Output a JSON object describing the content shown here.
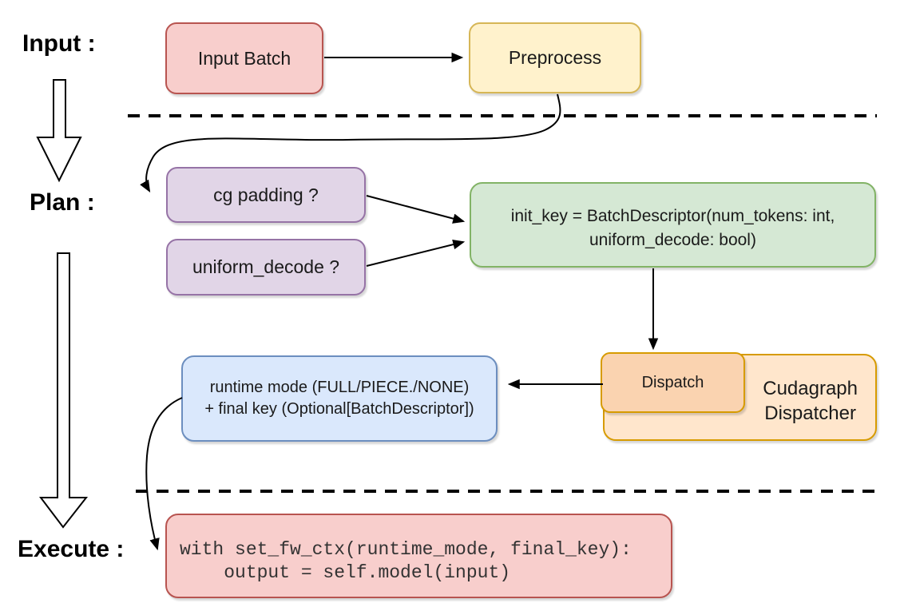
{
  "section_labels": {
    "input": "Input :",
    "plan": "Plan :",
    "execute": "Execute :"
  },
  "nodes": {
    "input_batch": {
      "label": "Input Batch",
      "fill": "#f8cecc",
      "stroke": "#b85450"
    },
    "preprocess": {
      "label": "Preprocess",
      "fill": "#fff2cc",
      "stroke": "#d6b656"
    },
    "cg_padding": {
      "label": "cg padding ?",
      "fill": "#e1d5e7",
      "stroke": "#9673a6"
    },
    "uniform_decode": {
      "label": "uniform_decode ?",
      "fill": "#e1d5e7",
      "stroke": "#9673a6"
    },
    "init_key": {
      "label": "init_key = BatchDescriptor(num_tokens: int,\nuniform_decode: bool)",
      "fill": "#d5e8d4",
      "stroke": "#82b366"
    },
    "dispatch": {
      "label": "Dispatch",
      "fill": "#fad3b0",
      "stroke": "#d79b00"
    },
    "cudagraph_dispatcher": {
      "label": "Cudagraph\nDispatcher",
      "fill": "#ffe6cc",
      "stroke": "#d79b00"
    },
    "runtime_mode": {
      "label": "runtime mode (FULL/PIECE./NONE)\n+ final key (Optional[BatchDescriptor])",
      "fill": "#dae8fc",
      "stroke": "#6c8ebf"
    },
    "execute_code": {
      "label": "with set_fw_ctx(runtime_mode, final_key):\n    output = self.model(input)",
      "fill": "#f8cecc",
      "stroke": "#b85450"
    }
  },
  "edges": [
    {
      "from": "input_batch",
      "to": "preprocess",
      "style": "solid-arrow"
    },
    {
      "from": "preprocess",
      "to": "cg_padding",
      "style": "curved-arrow"
    },
    {
      "from": "cg_padding",
      "to": "init_key",
      "style": "solid-arrow"
    },
    {
      "from": "uniform_decode",
      "to": "init_key",
      "style": "solid-arrow"
    },
    {
      "from": "init_key",
      "to": "dispatch",
      "style": "solid-arrow"
    },
    {
      "from": "cudagraph_dispatcher",
      "to": "runtime_mode",
      "style": "solid-arrow"
    },
    {
      "from": "runtime_mode",
      "to": "execute_code",
      "style": "curved-arrow"
    },
    {
      "from": "input_section",
      "to": "plan_section",
      "style": "hollow-block-arrow"
    },
    {
      "from": "plan_section",
      "to": "execute_section",
      "style": "hollow-block-arrow"
    }
  ],
  "dividers": [
    {
      "name": "input-plan",
      "style": "dashed"
    },
    {
      "name": "plan-execute",
      "style": "dashed"
    }
  ],
  "palette": {
    "pink_fill": "#f8cecc",
    "pink_stroke": "#b85450",
    "yellow_fill": "#fff2cc",
    "yellow_stroke": "#d6b656",
    "purple_fill": "#e1d5e7",
    "purple_stroke": "#9673a6",
    "green_fill": "#d5e8d4",
    "green_stroke": "#82b366",
    "blue_fill": "#dae8fc",
    "blue_stroke": "#6c8ebf",
    "orange_fill": "#ffe6cc",
    "orange_inner_fill": "#fad3b0",
    "orange_stroke": "#d79b00",
    "line_color": "#000000",
    "code_text": "#333333"
  }
}
